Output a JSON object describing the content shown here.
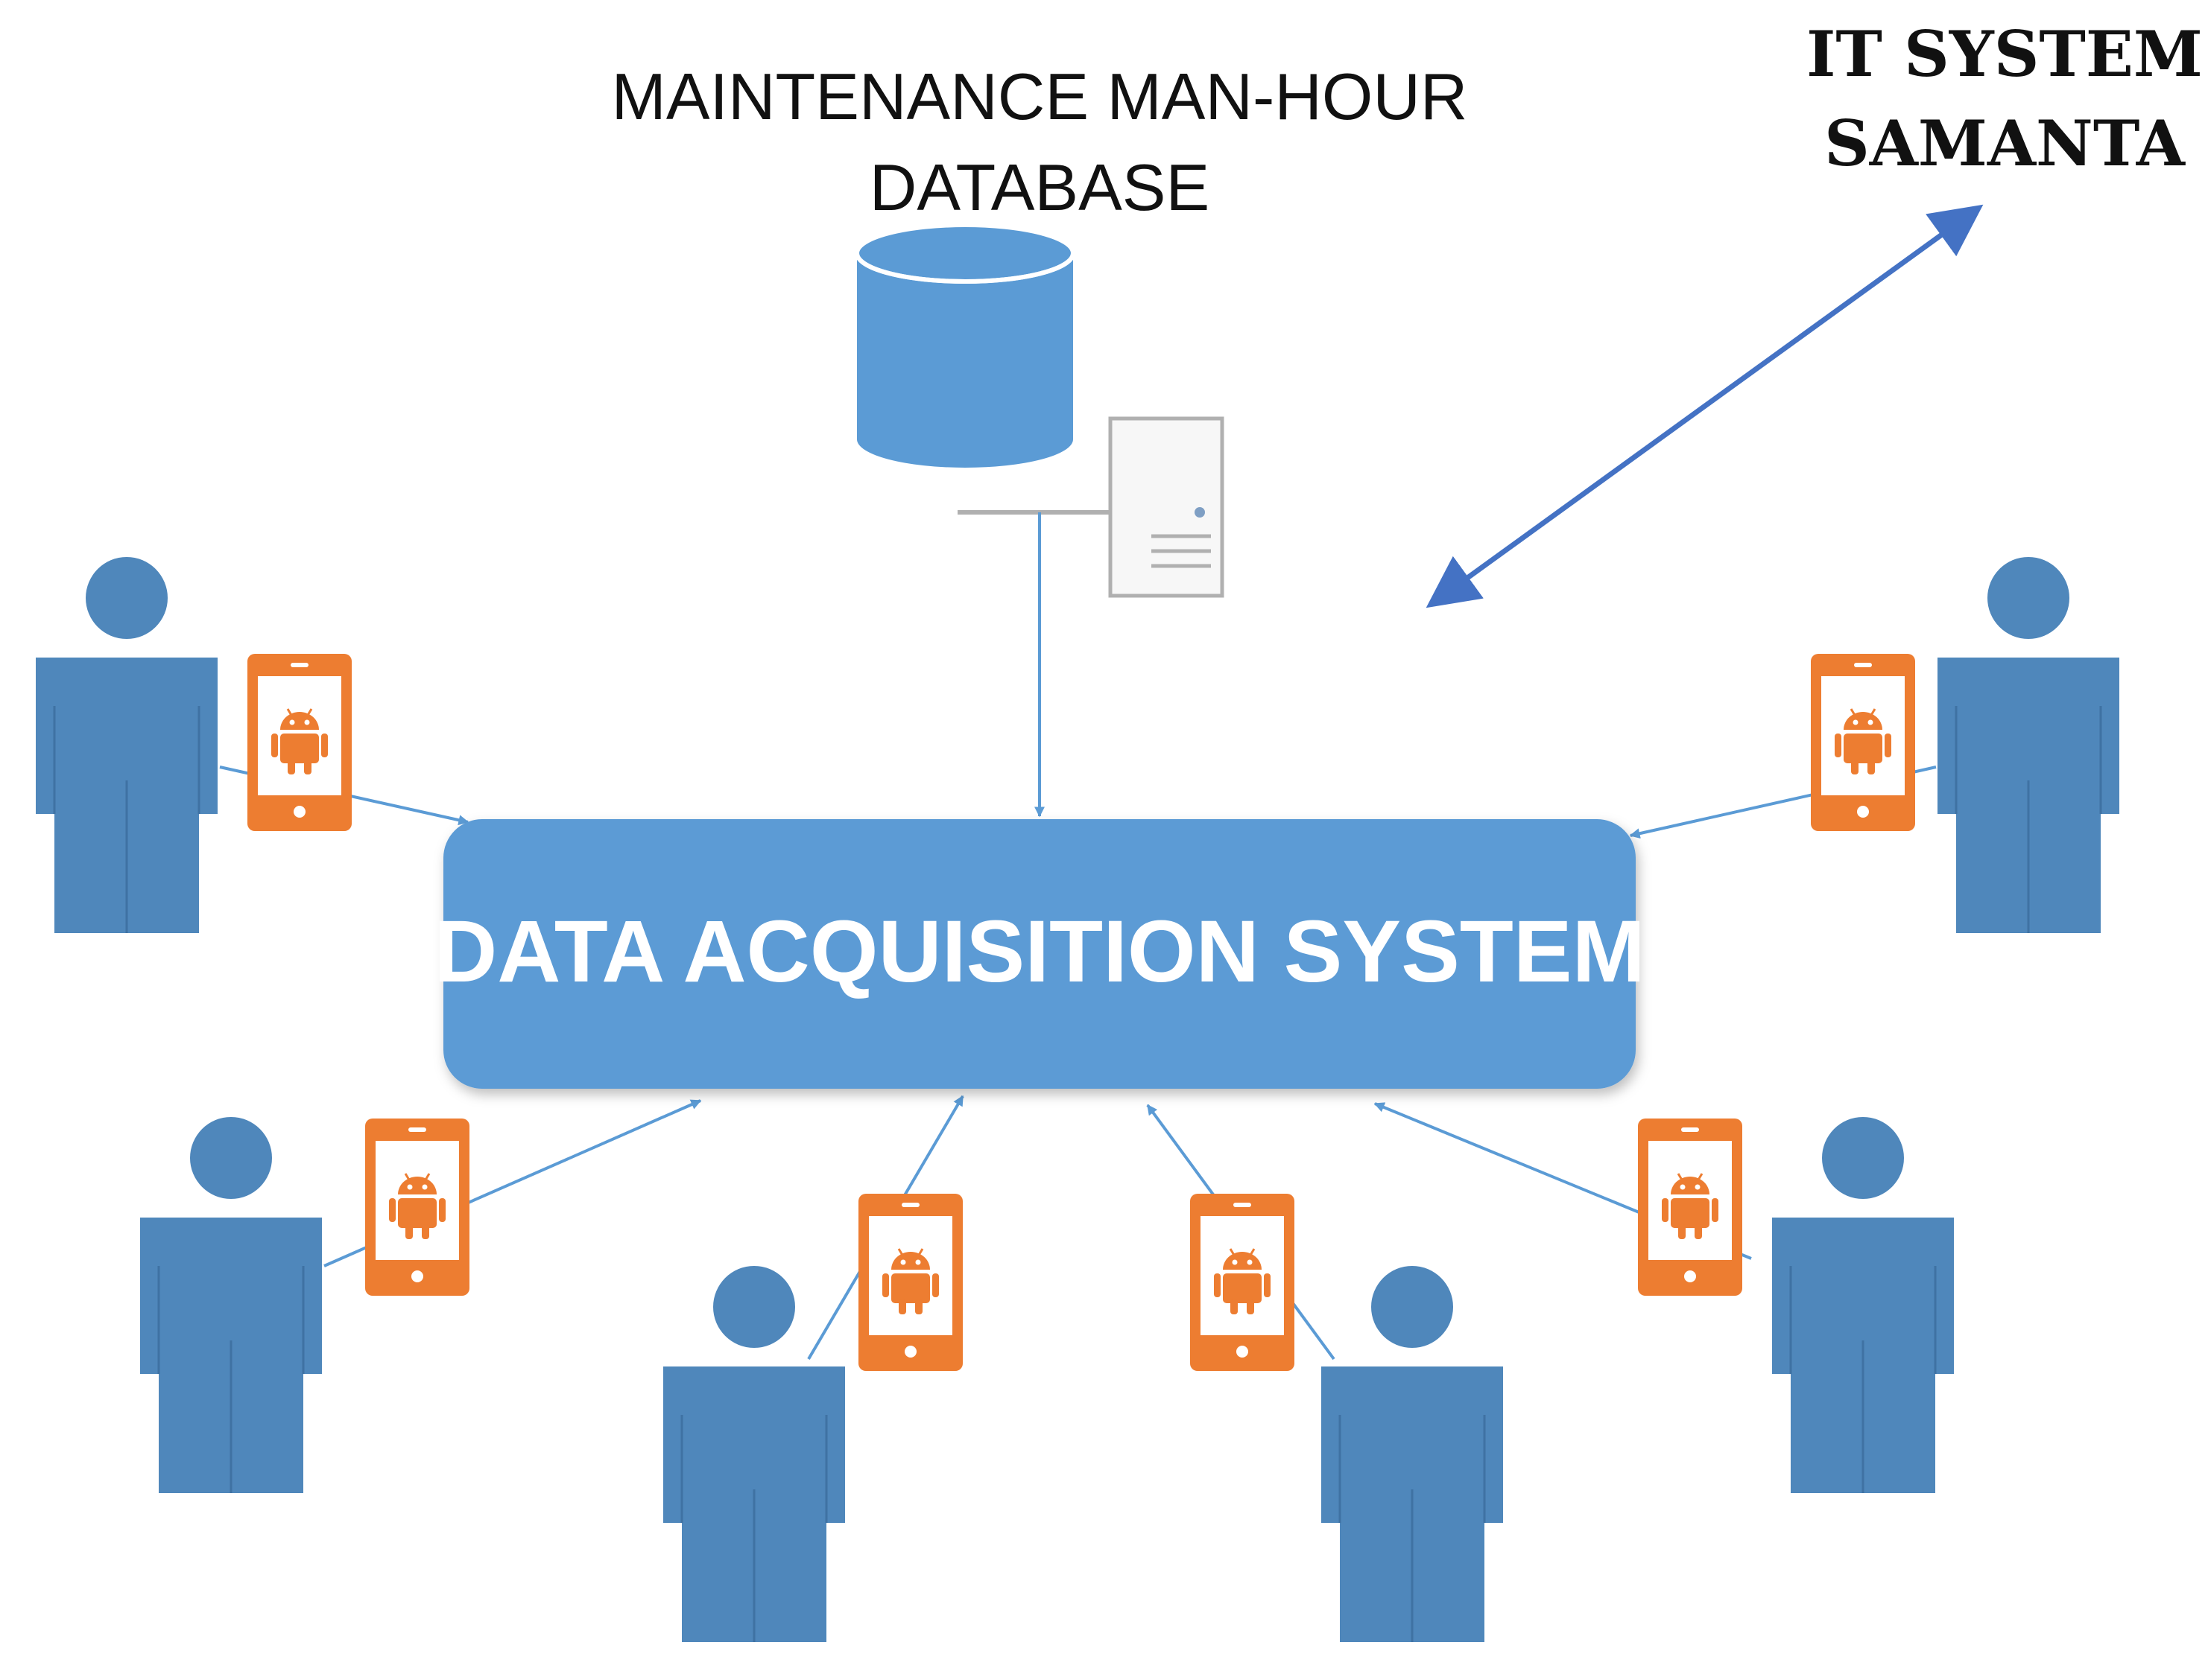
{
  "database": {
    "label_line1": "MAINTENANCE MAN-HOUR",
    "label_line2": "DATABASE"
  },
  "it_system": {
    "label_line1": "IT SYSTEM",
    "label_line2": "SAMANTA"
  },
  "central": {
    "label": "DATA ACQUISITION SYSTEM"
  },
  "colors": {
    "blue_shape": "#5b9bd5",
    "person_blue": "#4f87bb",
    "arrow_blue": "#4472c4",
    "phone_orange": "#ed7d31",
    "server_gray": "#bfbfbf",
    "text_dark": "#111111"
  },
  "icons": [
    "database-icon",
    "server-icon",
    "person-icon",
    "android-phone-icon"
  ]
}
